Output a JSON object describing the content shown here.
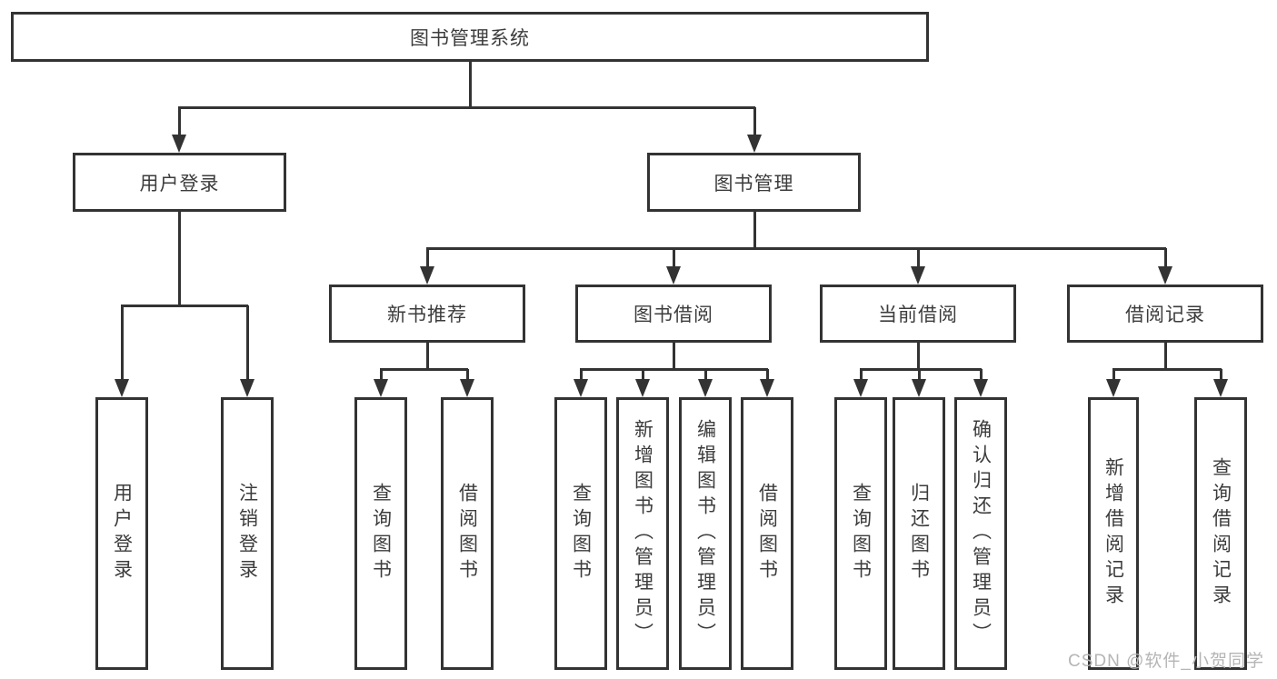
{
  "colors": {
    "line": "#333333",
    "text": "#3c3c3c",
    "watermark": "#b5b5b5",
    "background": "#ffffff"
  },
  "watermark": "CSDN @软件_小贺同学",
  "nodes": {
    "root": {
      "label": "图书管理系统"
    },
    "level2": [
      {
        "label": "用户登录",
        "parent": "图书管理系统"
      },
      {
        "label": "图书管理",
        "parent": "图书管理系统"
      }
    ],
    "level3": [
      {
        "label": "新书推荐",
        "parent": "图书管理"
      },
      {
        "label": "图书借阅",
        "parent": "图书管理"
      },
      {
        "label": "当前借阅",
        "parent": "图书管理"
      },
      {
        "label": "借阅记录",
        "parent": "图书管理"
      }
    ],
    "leaves": [
      {
        "label": "用户登录",
        "parent": "用户登录"
      },
      {
        "label": "注销登录",
        "parent": "用户登录"
      },
      {
        "label": "查询图书",
        "parent": "新书推荐"
      },
      {
        "label": "借阅图书",
        "parent": "新书推荐"
      },
      {
        "label": "查询图书",
        "parent": "图书借阅"
      },
      {
        "label": "新增图书（管理员）",
        "parent": "图书借阅"
      },
      {
        "label": "编辑图书（管理员）",
        "parent": "图书借阅"
      },
      {
        "label": "借阅图书",
        "parent": "图书借阅"
      },
      {
        "label": "查询图书",
        "parent": "当前借阅"
      },
      {
        "label": "归还图书",
        "parent": "当前借阅"
      },
      {
        "label": "确认归还（管理员）",
        "parent": "当前借阅"
      },
      {
        "label": "新增借阅记录",
        "parent": "借阅记录"
      },
      {
        "label": "查询借阅记录",
        "parent": "借阅记录"
      }
    ]
  }
}
